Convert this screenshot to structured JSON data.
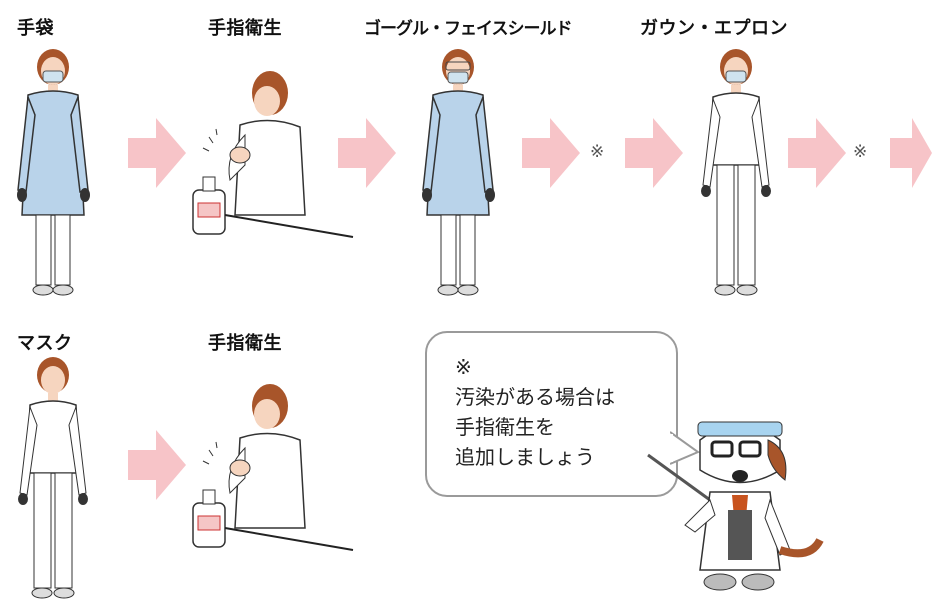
{
  "steps_row1": [
    {
      "label": "手袋"
    },
    {
      "label": "手指衛生"
    },
    {
      "label": "ゴーグル・フェイスシールド"
    },
    {
      "label": "ガウン・エプロン"
    }
  ],
  "steps_row2": [
    {
      "label": "マスク"
    },
    {
      "label": "手指衛生"
    }
  ],
  "asterisk": "※",
  "note": {
    "mark": "※",
    "lines": [
      "汚染がある場合は",
      "手指衛生を",
      "追加しましょう"
    ]
  },
  "colors": {
    "arrow": "#f7c4c8",
    "gown": "#b9d3ea",
    "uniform": "#ffffff",
    "hair": "#a8552a",
    "mask": "#cfe3ef"
  }
}
